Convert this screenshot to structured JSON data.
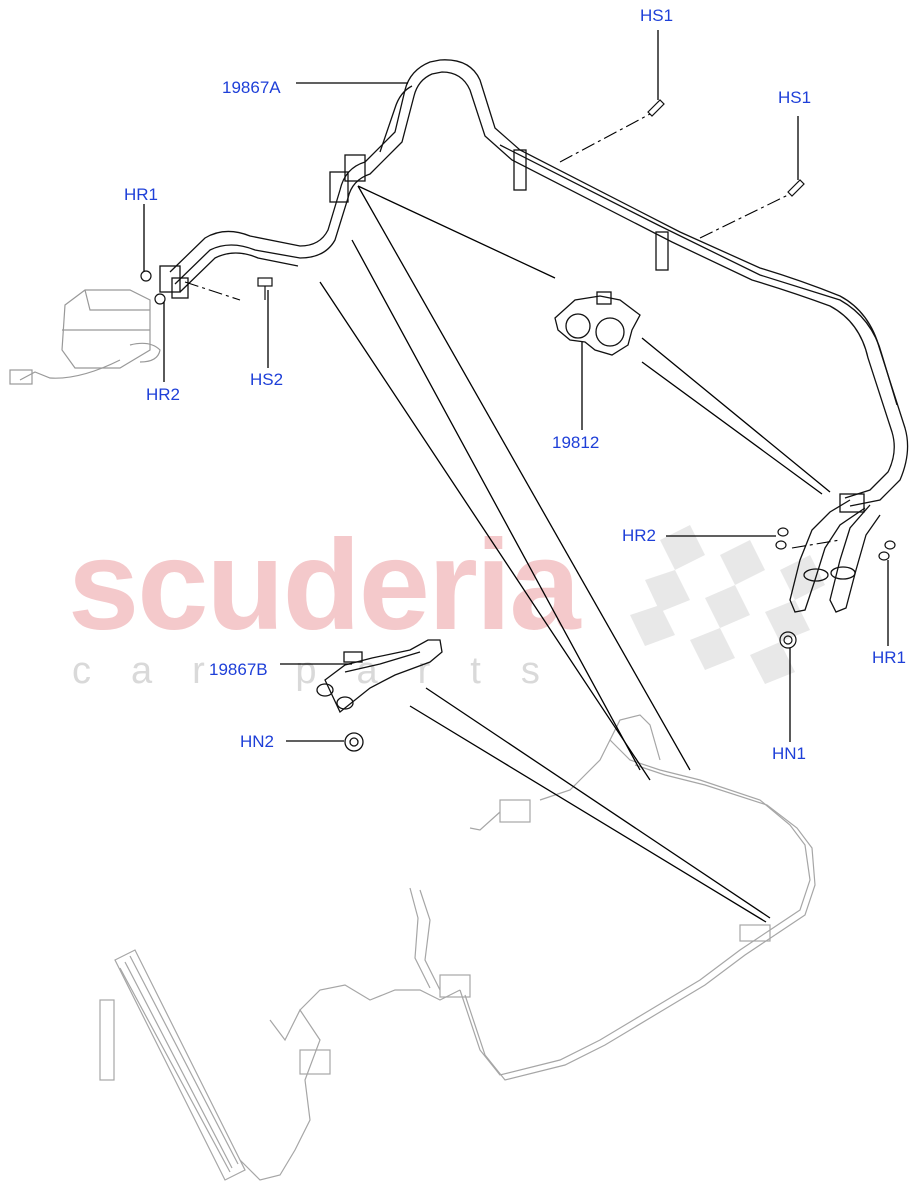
{
  "watermark": {
    "brand": "scuderia",
    "tagline": "car parts"
  },
  "callouts": {
    "hs1_top": "HS1",
    "hs1_right": "HS1",
    "pipe_a": "19867A",
    "hr1_left": "HR1",
    "hr2_left": "HR2",
    "hs2": "HS2",
    "clip": "19812",
    "hr2_right": "HR2",
    "hr1_right": "HR1",
    "hn1": "HN1",
    "pipe_b": "19867B",
    "hn2": "HN2"
  },
  "colors": {
    "label": "#1e3fd8",
    "line": "#000000",
    "watermark_red": "#f4c9cb",
    "watermark_grey": "#d9d9d9"
  }
}
